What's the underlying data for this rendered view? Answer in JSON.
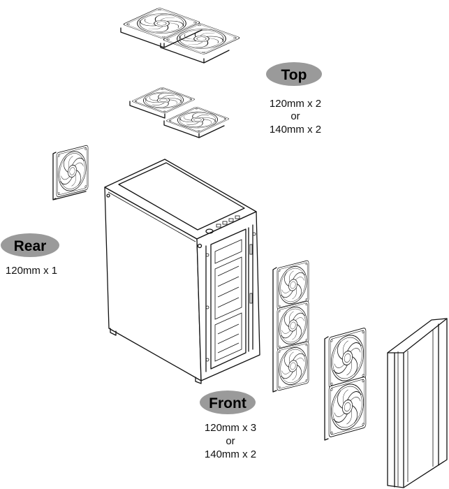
{
  "labels": {
    "top": {
      "title": "Top",
      "line1": "120mm x 2",
      "line2": "or",
      "line3": "140mm x 2"
    },
    "rear": {
      "title": "Rear",
      "line1": "120mm x 1"
    },
    "front": {
      "title": "Front",
      "line1": "120mm x 3",
      "line2": "or",
      "line3": "140mm x 2"
    }
  },
  "colors": {
    "badge_fill": "#9a9a9a",
    "line": "#111111",
    "background": "#ffffff"
  },
  "parts": [
    "top-fans-140mm",
    "top-fans-120mm",
    "rear-fan-120mm",
    "pc-case",
    "front-fans-120mm",
    "front-fans-140mm",
    "front-panel"
  ]
}
